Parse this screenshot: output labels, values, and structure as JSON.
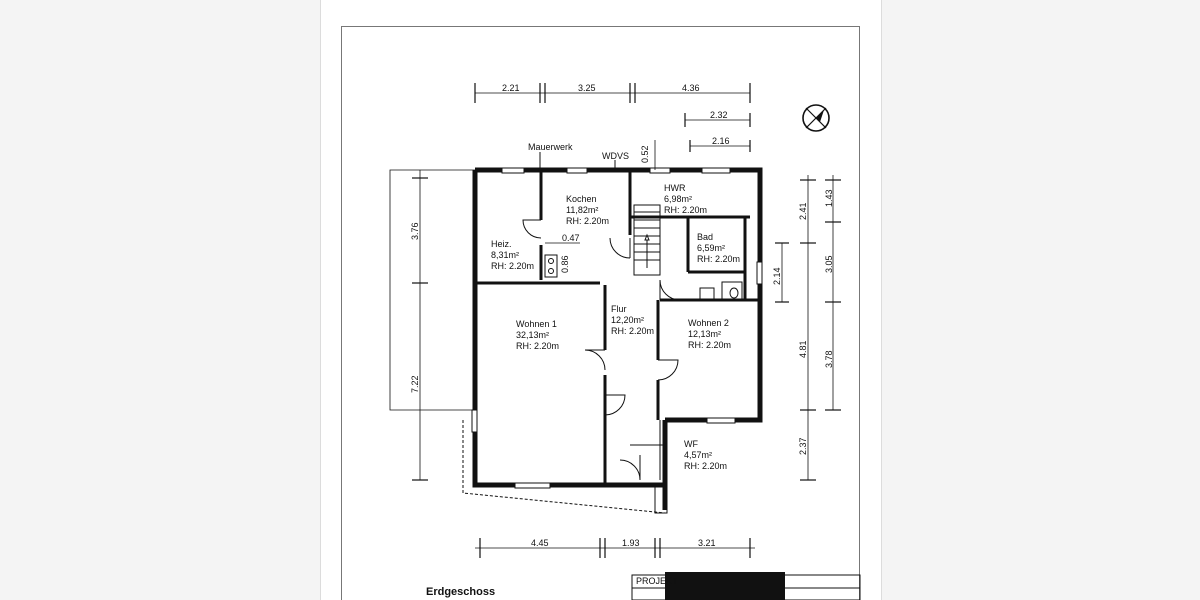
{
  "rooms": [
    {
      "name": "Kochen",
      "area": "11,82m²",
      "rh": "RH: 2.20m"
    },
    {
      "name": "HWR",
      "area": "6,98m²",
      "rh": "RH: 2.20m"
    },
    {
      "name": "Heiz.",
      "area": "8,31m²",
      "rh": "RH: 2.20m"
    },
    {
      "name": "Bad",
      "area": "6,59m²",
      "rh": "RH: 2.20m"
    },
    {
      "name": "Wohnen 1",
      "area": "32,13m²",
      "rh": "RH: 2.20m"
    },
    {
      "name": "Flur",
      "area": "12,20m²",
      "rh": "RH: 2.20m"
    },
    {
      "name": "Wohnen 2",
      "area": "12,13m²",
      "rh": "RH: 2.20m"
    },
    {
      "name": "WF",
      "area": "4,57m²",
      "rh": "RH: 2.20m"
    }
  ],
  "labels": {
    "mauerwerk": "Mauerwerk",
    "wdvs": "WDVS"
  },
  "dims": {
    "top": [
      "2.21",
      "3.25",
      "4.36",
      "2.32",
      "2.16",
      "0.52"
    ],
    "bottom": [
      "4.45",
      "1.93",
      "3.21"
    ],
    "left": [
      "3.76",
      "7.22"
    ],
    "right": [
      "2.41",
      "1.43",
      "2.14",
      "3.05",
      "4.81",
      "3.78",
      "2.37"
    ],
    "interior": [
      "0.47",
      "0.86"
    ]
  },
  "footer": {
    "title": "Erdgeschoss",
    "project": "PROJEKT"
  }
}
